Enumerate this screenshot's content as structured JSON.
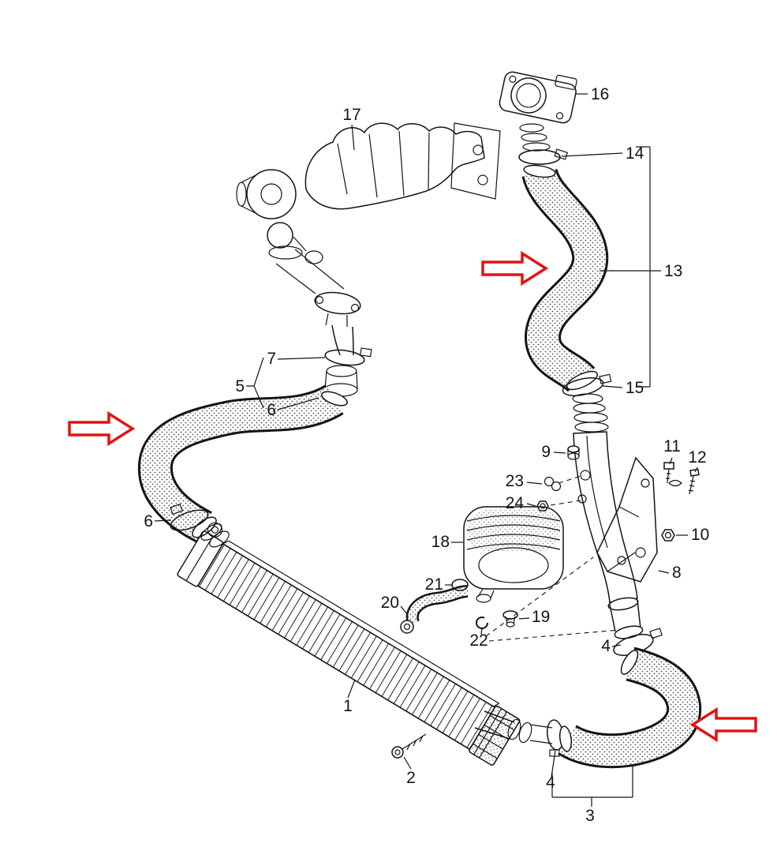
{
  "diagram": {
    "background": "#ffffff",
    "line_color": "#141414",
    "arrow_color": "#e11414",
    "callouts": [
      {
        "label": "17"
      },
      {
        "label": "16"
      },
      {
        "label": "14"
      },
      {
        "label": "13"
      },
      {
        "label": "15"
      },
      {
        "label": "7"
      },
      {
        "label": "5"
      },
      {
        "label": "6"
      },
      {
        "label": "6"
      },
      {
        "label": "9"
      },
      {
        "label": "23"
      },
      {
        "label": "24"
      },
      {
        "label": "11"
      },
      {
        "label": "12"
      },
      {
        "label": "10"
      },
      {
        "label": "8"
      },
      {
        "label": "18"
      },
      {
        "label": "21"
      },
      {
        "label": "20"
      },
      {
        "label": "22"
      },
      {
        "label": "19"
      },
      {
        "label": "4"
      },
      {
        "label": "1"
      },
      {
        "label": "2"
      },
      {
        "label": "4"
      },
      {
        "label": "3"
      }
    ],
    "arrows": [
      {
        "direction": "right"
      },
      {
        "direction": "right"
      },
      {
        "direction": "left"
      }
    ]
  }
}
